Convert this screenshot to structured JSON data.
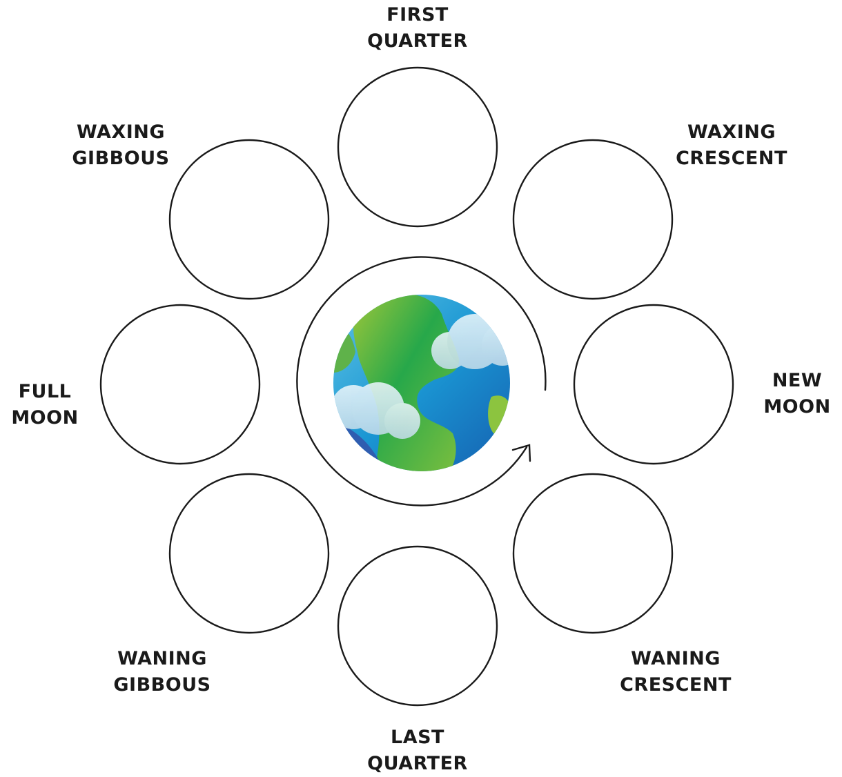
{
  "phases": [
    {
      "id": "first-quarter",
      "line1": "FIRST",
      "line2": "QUARTER"
    },
    {
      "id": "waxing-crescent",
      "line1": "WAXING",
      "line2": "CRESCENT"
    },
    {
      "id": "new-moon",
      "line1": "NEW",
      "line2": "MOON"
    },
    {
      "id": "waning-crescent",
      "line1": "WANING",
      "line2": "CRESCENT"
    },
    {
      "id": "last-quarter",
      "line1": "LAST",
      "line2": "QUARTER"
    },
    {
      "id": "waning-gibbous",
      "line1": "WANING",
      "line2": "GIBBOUS"
    },
    {
      "id": "full-moon",
      "line1": "FULL",
      "line2": "MOON"
    },
    {
      "id": "waxing-gibbous",
      "line1": "WAXING",
      "line2": "GIBBOUS"
    }
  ],
  "earth": {
    "icon": "earth-globe-icon",
    "ocean_color": "#1aa3d9",
    "land_color": "#3cb04a",
    "cloud_color": "#d8eef5"
  },
  "orbit": {
    "icon": "orbit-arrow-icon",
    "direction": "counterclockwise"
  }
}
